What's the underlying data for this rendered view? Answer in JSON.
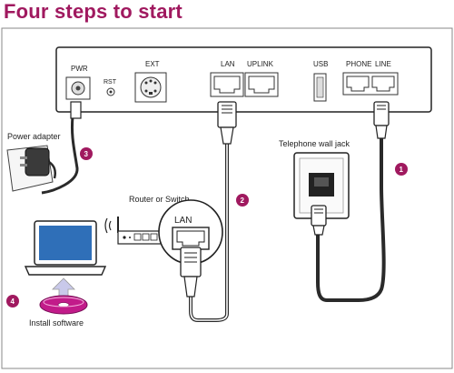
{
  "title": "Four steps to start",
  "router": {
    "port_labels": {
      "pwr": "PWR",
      "rst": "RST",
      "ext": "EXT",
      "lan": "LAN",
      "uplink": "UPLINK",
      "usb": "USB",
      "phone": "PHONE",
      "line": "LINE"
    }
  },
  "callouts": {
    "power_adapter": "Power adapter",
    "telephone_wall_jack": "Telephone wall jack",
    "router_or_switch": "Router or Switch",
    "switch_lan": "LAN",
    "install_software": "Install software"
  },
  "steps": {
    "one": "1",
    "two": "2",
    "three": "3",
    "four": "4"
  },
  "colors": {
    "accent": "#a0195f",
    "line": "#2a2a2a",
    "device": "#ffffff",
    "laptop_screen": "#2f6fb8"
  }
}
